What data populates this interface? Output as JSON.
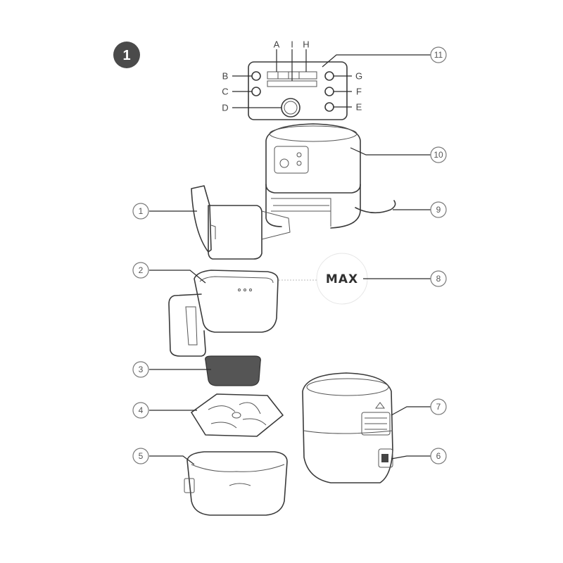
{
  "figure": {
    "number": "1"
  },
  "panel_letters": {
    "A": "A",
    "I": "I",
    "H": "H",
    "B": "B",
    "G": "G",
    "C": "C",
    "F": "F",
    "D": "D",
    "E": "E"
  },
  "callouts": {
    "c1": "1",
    "c2": "2",
    "c3": "3",
    "c4": "4",
    "c5": "5",
    "c6": "6",
    "c7": "7",
    "c8": "8",
    "c9": "9",
    "c10": "10",
    "c11": "11"
  },
  "max_marking": "MAX",
  "colors": {
    "line": "#3a3a3a",
    "callout": "#7a7a7a",
    "figure_badge": "#4a4a4a"
  }
}
